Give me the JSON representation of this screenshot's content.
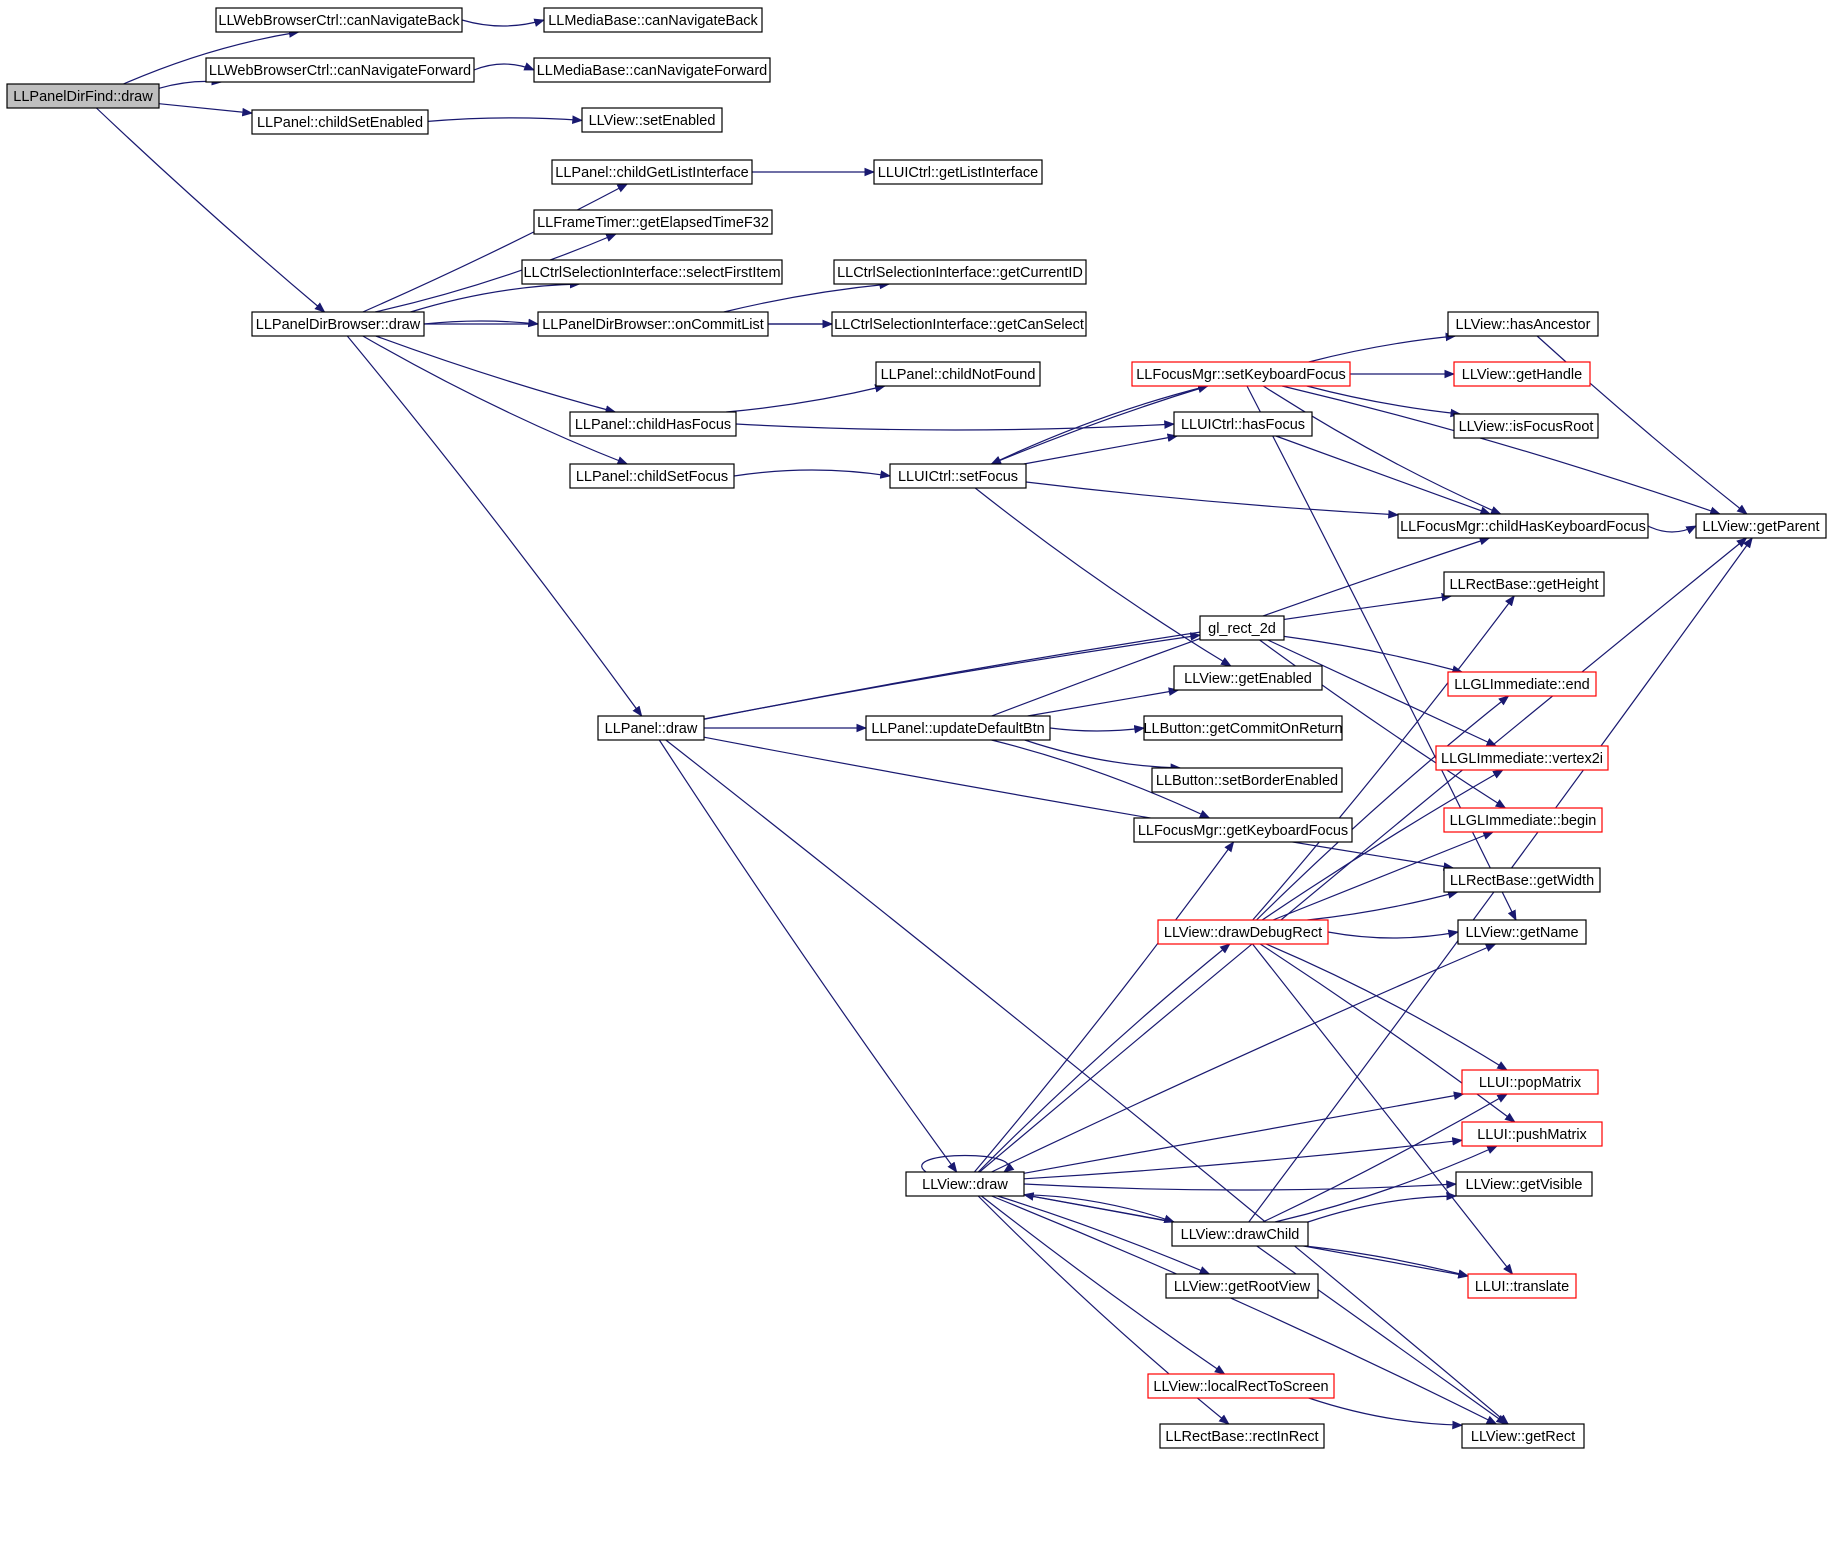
{
  "nodes": [
    {
      "id": "n0",
      "label": "LLPanelDirFind::draw",
      "style": "root"
    },
    {
      "id": "n1",
      "label": "LLWebBrowserCtrl::canNavigateBack",
      "style": "normal"
    },
    {
      "id": "n2",
      "label": "LLMediaBase::canNavigateBack",
      "style": "normal"
    },
    {
      "id": "n3",
      "label": "LLWebBrowserCtrl::canNavigateForward",
      "style": "normal"
    },
    {
      "id": "n4",
      "label": "LLMediaBase::canNavigateForward",
      "style": "normal"
    },
    {
      "id": "n5",
      "label": "LLPanel::childSetEnabled",
      "style": "normal"
    },
    {
      "id": "n6",
      "label": "LLView::setEnabled",
      "style": "normal"
    },
    {
      "id": "n7",
      "label": "LLPanel::childGetListInterface",
      "style": "normal"
    },
    {
      "id": "n8",
      "label": "LLUICtrl::getListInterface",
      "style": "normal"
    },
    {
      "id": "n9",
      "label": "LLFrameTimer::getElapsedTimeF32",
      "style": "normal"
    },
    {
      "id": "n10",
      "label": "LLCtrlSelectionInterface::selectFirstItem",
      "style": "normal"
    },
    {
      "id": "n11",
      "label": "LLCtrlSelectionInterface::getCurrentID",
      "style": "normal"
    },
    {
      "id": "n12",
      "label": "LLPanelDirBrowser::draw",
      "style": "normal"
    },
    {
      "id": "n13",
      "label": "LLPanelDirBrowser::onCommitList",
      "style": "normal"
    },
    {
      "id": "n14",
      "label": "LLCtrlSelectionInterface::getCanSelect",
      "style": "normal"
    },
    {
      "id": "n15",
      "label": "LLView::hasAncestor",
      "style": "normal"
    },
    {
      "id": "n16",
      "label": "LLPanel::childNotFound",
      "style": "normal"
    },
    {
      "id": "n17",
      "label": "LLFocusMgr::setKeyboardFocus",
      "style": "red"
    },
    {
      "id": "n18",
      "label": "LLView::getHandle",
      "style": "red"
    },
    {
      "id": "n19",
      "label": "LLPanel::childHasFocus",
      "style": "normal"
    },
    {
      "id": "n20",
      "label": "LLUICtrl::hasFocus",
      "style": "normal"
    },
    {
      "id": "n21",
      "label": "LLView::isFocusRoot",
      "style": "normal"
    },
    {
      "id": "n22",
      "label": "LLPanel::childSetFocus",
      "style": "normal"
    },
    {
      "id": "n23",
      "label": "LLUICtrl::setFocus",
      "style": "normal"
    },
    {
      "id": "n24",
      "label": "LLFocusMgr::childHasKeyboardFocus",
      "style": "normal"
    },
    {
      "id": "n25",
      "label": "LLView::getParent",
      "style": "normal"
    },
    {
      "id": "n26",
      "label": "LLRectBase::getHeight",
      "style": "normal"
    },
    {
      "id": "n27",
      "label": "gl_rect_2d",
      "style": "normal"
    },
    {
      "id": "n28",
      "label": "LLView::getEnabled",
      "style": "normal"
    },
    {
      "id": "n29",
      "label": "LLGLImmediate::end",
      "style": "red"
    },
    {
      "id": "n30",
      "label": "LLPanel::draw",
      "style": "normal"
    },
    {
      "id": "n31",
      "label": "LLPanel::updateDefaultBtn",
      "style": "normal"
    },
    {
      "id": "n32",
      "label": "LLButton::getCommitOnReturn",
      "style": "normal"
    },
    {
      "id": "n33",
      "label": "LLGLImmediate::vertex2i",
      "style": "red"
    },
    {
      "id": "n34",
      "label": "LLButton::setBorderEnabled",
      "style": "normal"
    },
    {
      "id": "n35",
      "label": "LLFocusMgr::getKeyboardFocus",
      "style": "normal"
    },
    {
      "id": "n36",
      "label": "LLGLImmediate::begin",
      "style": "red"
    },
    {
      "id": "n37",
      "label": "LLRectBase::getWidth",
      "style": "normal"
    },
    {
      "id": "n38",
      "label": "LLView::drawDebugRect",
      "style": "red"
    },
    {
      "id": "n39",
      "label": "LLView::getName",
      "style": "normal"
    },
    {
      "id": "n40",
      "label": "LLUI::popMatrix",
      "style": "red"
    },
    {
      "id": "n41",
      "label": "LLUI::pushMatrix",
      "style": "red"
    },
    {
      "id": "n42",
      "label": "LLView::draw",
      "style": "normal"
    },
    {
      "id": "n43",
      "label": "LLView::getVisible",
      "style": "normal"
    },
    {
      "id": "n44",
      "label": "LLView::drawChild",
      "style": "normal"
    },
    {
      "id": "n45",
      "label": "LLView::getRootView",
      "style": "normal"
    },
    {
      "id": "n46",
      "label": "LLUI::translate",
      "style": "red"
    },
    {
      "id": "n47",
      "label": "LLView::localRectToScreen",
      "style": "red"
    },
    {
      "id": "n48",
      "label": "LLRectBase::rectInRect",
      "style": "normal"
    },
    {
      "id": "n49",
      "label": "LLView::getRect",
      "style": "normal"
    }
  ],
  "edges": [
    [
      "n0",
      "n1"
    ],
    [
      "n0",
      "n3"
    ],
    [
      "n0",
      "n5"
    ],
    [
      "n0",
      "n12"
    ],
    [
      "n1",
      "n2"
    ],
    [
      "n3",
      "n4"
    ],
    [
      "n5",
      "n6"
    ],
    [
      "n7",
      "n8"
    ],
    [
      "n12",
      "n7"
    ],
    [
      "n12",
      "n9"
    ],
    [
      "n12",
      "n10"
    ],
    [
      "n12",
      "n13"
    ],
    [
      "n12",
      "n14"
    ],
    [
      "n12",
      "n19"
    ],
    [
      "n12",
      "n22"
    ],
    [
      "n12",
      "n30"
    ],
    [
      "n13",
      "n11"
    ],
    [
      "n13",
      "n14"
    ],
    [
      "n19",
      "n16"
    ],
    [
      "n19",
      "n20"
    ],
    [
      "n22",
      "n23"
    ],
    [
      "n23",
      "n17"
    ],
    [
      "n23",
      "n20"
    ],
    [
      "n23",
      "n24"
    ],
    [
      "n23",
      "n28"
    ],
    [
      "n17",
      "n23"
    ],
    [
      "n17",
      "n15"
    ],
    [
      "n17",
      "n18"
    ],
    [
      "n17",
      "n21"
    ],
    [
      "n17",
      "n24"
    ],
    [
      "n17",
      "n25"
    ],
    [
      "n17",
      "n39"
    ],
    [
      "n20",
      "n24"
    ],
    [
      "n15",
      "n25"
    ],
    [
      "n24",
      "n25"
    ],
    [
      "n30",
      "n26"
    ],
    [
      "n30",
      "n27"
    ],
    [
      "n30",
      "n31"
    ],
    [
      "n30",
      "n37"
    ],
    [
      "n30",
      "n42"
    ],
    [
      "n30",
      "n49"
    ],
    [
      "n31",
      "n24"
    ],
    [
      "n31",
      "n28"
    ],
    [
      "n31",
      "n32"
    ],
    [
      "n31",
      "n34"
    ],
    [
      "n31",
      "n35"
    ],
    [
      "n27",
      "n29"
    ],
    [
      "n27",
      "n33"
    ],
    [
      "n27",
      "n36"
    ],
    [
      "n38",
      "n26"
    ],
    [
      "n38",
      "n29"
    ],
    [
      "n38",
      "n33"
    ],
    [
      "n38",
      "n36"
    ],
    [
      "n38",
      "n37"
    ],
    [
      "n38",
      "n39"
    ],
    [
      "n38",
      "n40"
    ],
    [
      "n38",
      "n41"
    ],
    [
      "n38",
      "n46"
    ],
    [
      "n42",
      "n42"
    ],
    [
      "n42",
      "n35"
    ],
    [
      "n42",
      "n38"
    ],
    [
      "n42",
      "n39"
    ],
    [
      "n42",
      "n40"
    ],
    [
      "n42",
      "n41"
    ],
    [
      "n42",
      "n43"
    ],
    [
      "n42",
      "n44"
    ],
    [
      "n42",
      "n45"
    ],
    [
      "n42",
      "n46"
    ],
    [
      "n42",
      "n47"
    ],
    [
      "n42",
      "n48"
    ],
    [
      "n42",
      "n49"
    ],
    [
      "n42",
      "n25"
    ],
    [
      "n44",
      "n42"
    ],
    [
      "n44",
      "n40"
    ],
    [
      "n44",
      "n41"
    ],
    [
      "n44",
      "n43"
    ],
    [
      "n44",
      "n46"
    ],
    [
      "n44",
      "n49"
    ],
    [
      "n44",
      "n25"
    ],
    [
      "n47",
      "n49"
    ]
  ]
}
